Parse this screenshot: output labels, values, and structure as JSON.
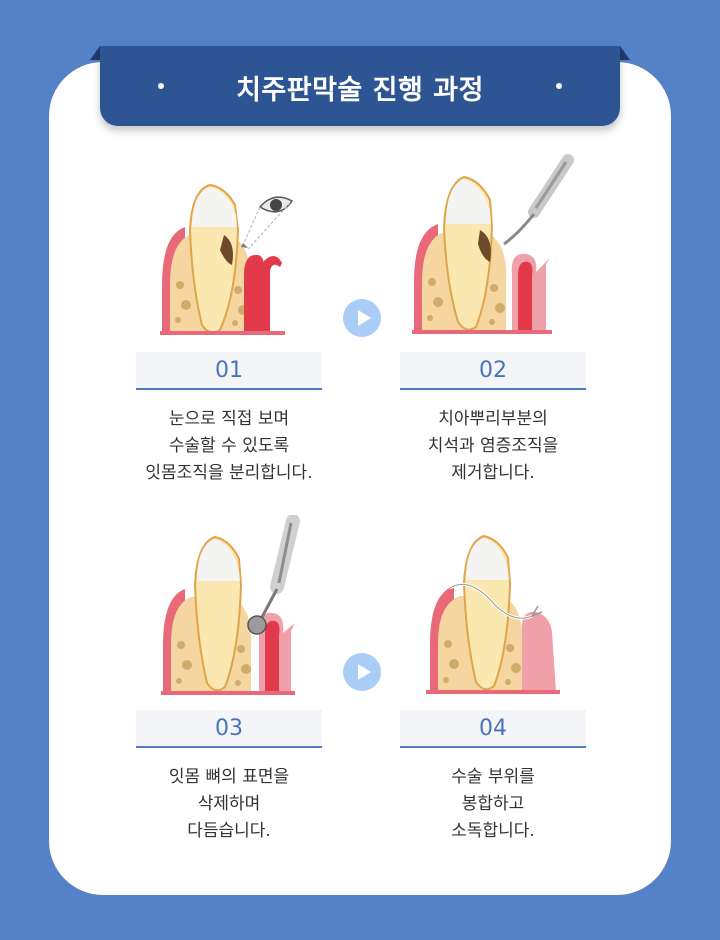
{
  "header": {
    "title": "치주판막술 진행 과정"
  },
  "steps": [
    {
      "number": "01",
      "lines": [
        "눈으로 직접 보며",
        "수술할 수 있도록",
        "잇몸조직을 분리합니다."
      ]
    },
    {
      "number": "02",
      "lines": [
        "치아뿌리부분의",
        "치석과 염증조직을",
        "제거합니다."
      ]
    },
    {
      "number": "03",
      "lines": [
        "잇몸 뼈의 표면을",
        "삭제하며",
        "다듬습니다."
      ]
    },
    {
      "number": "04",
      "lines": [
        "수술 부위를",
        "봉합하고",
        "소독합니다."
      ]
    }
  ],
  "colors": {
    "background": "#5582c6",
    "banner": "#2e5593",
    "accent": "#4f7bc1",
    "arrow": "#a9cdf6"
  },
  "icons": [
    "eye-icon",
    "scaler-icon",
    "bur-icon",
    "suture-icon",
    "next-arrow-icon"
  ]
}
